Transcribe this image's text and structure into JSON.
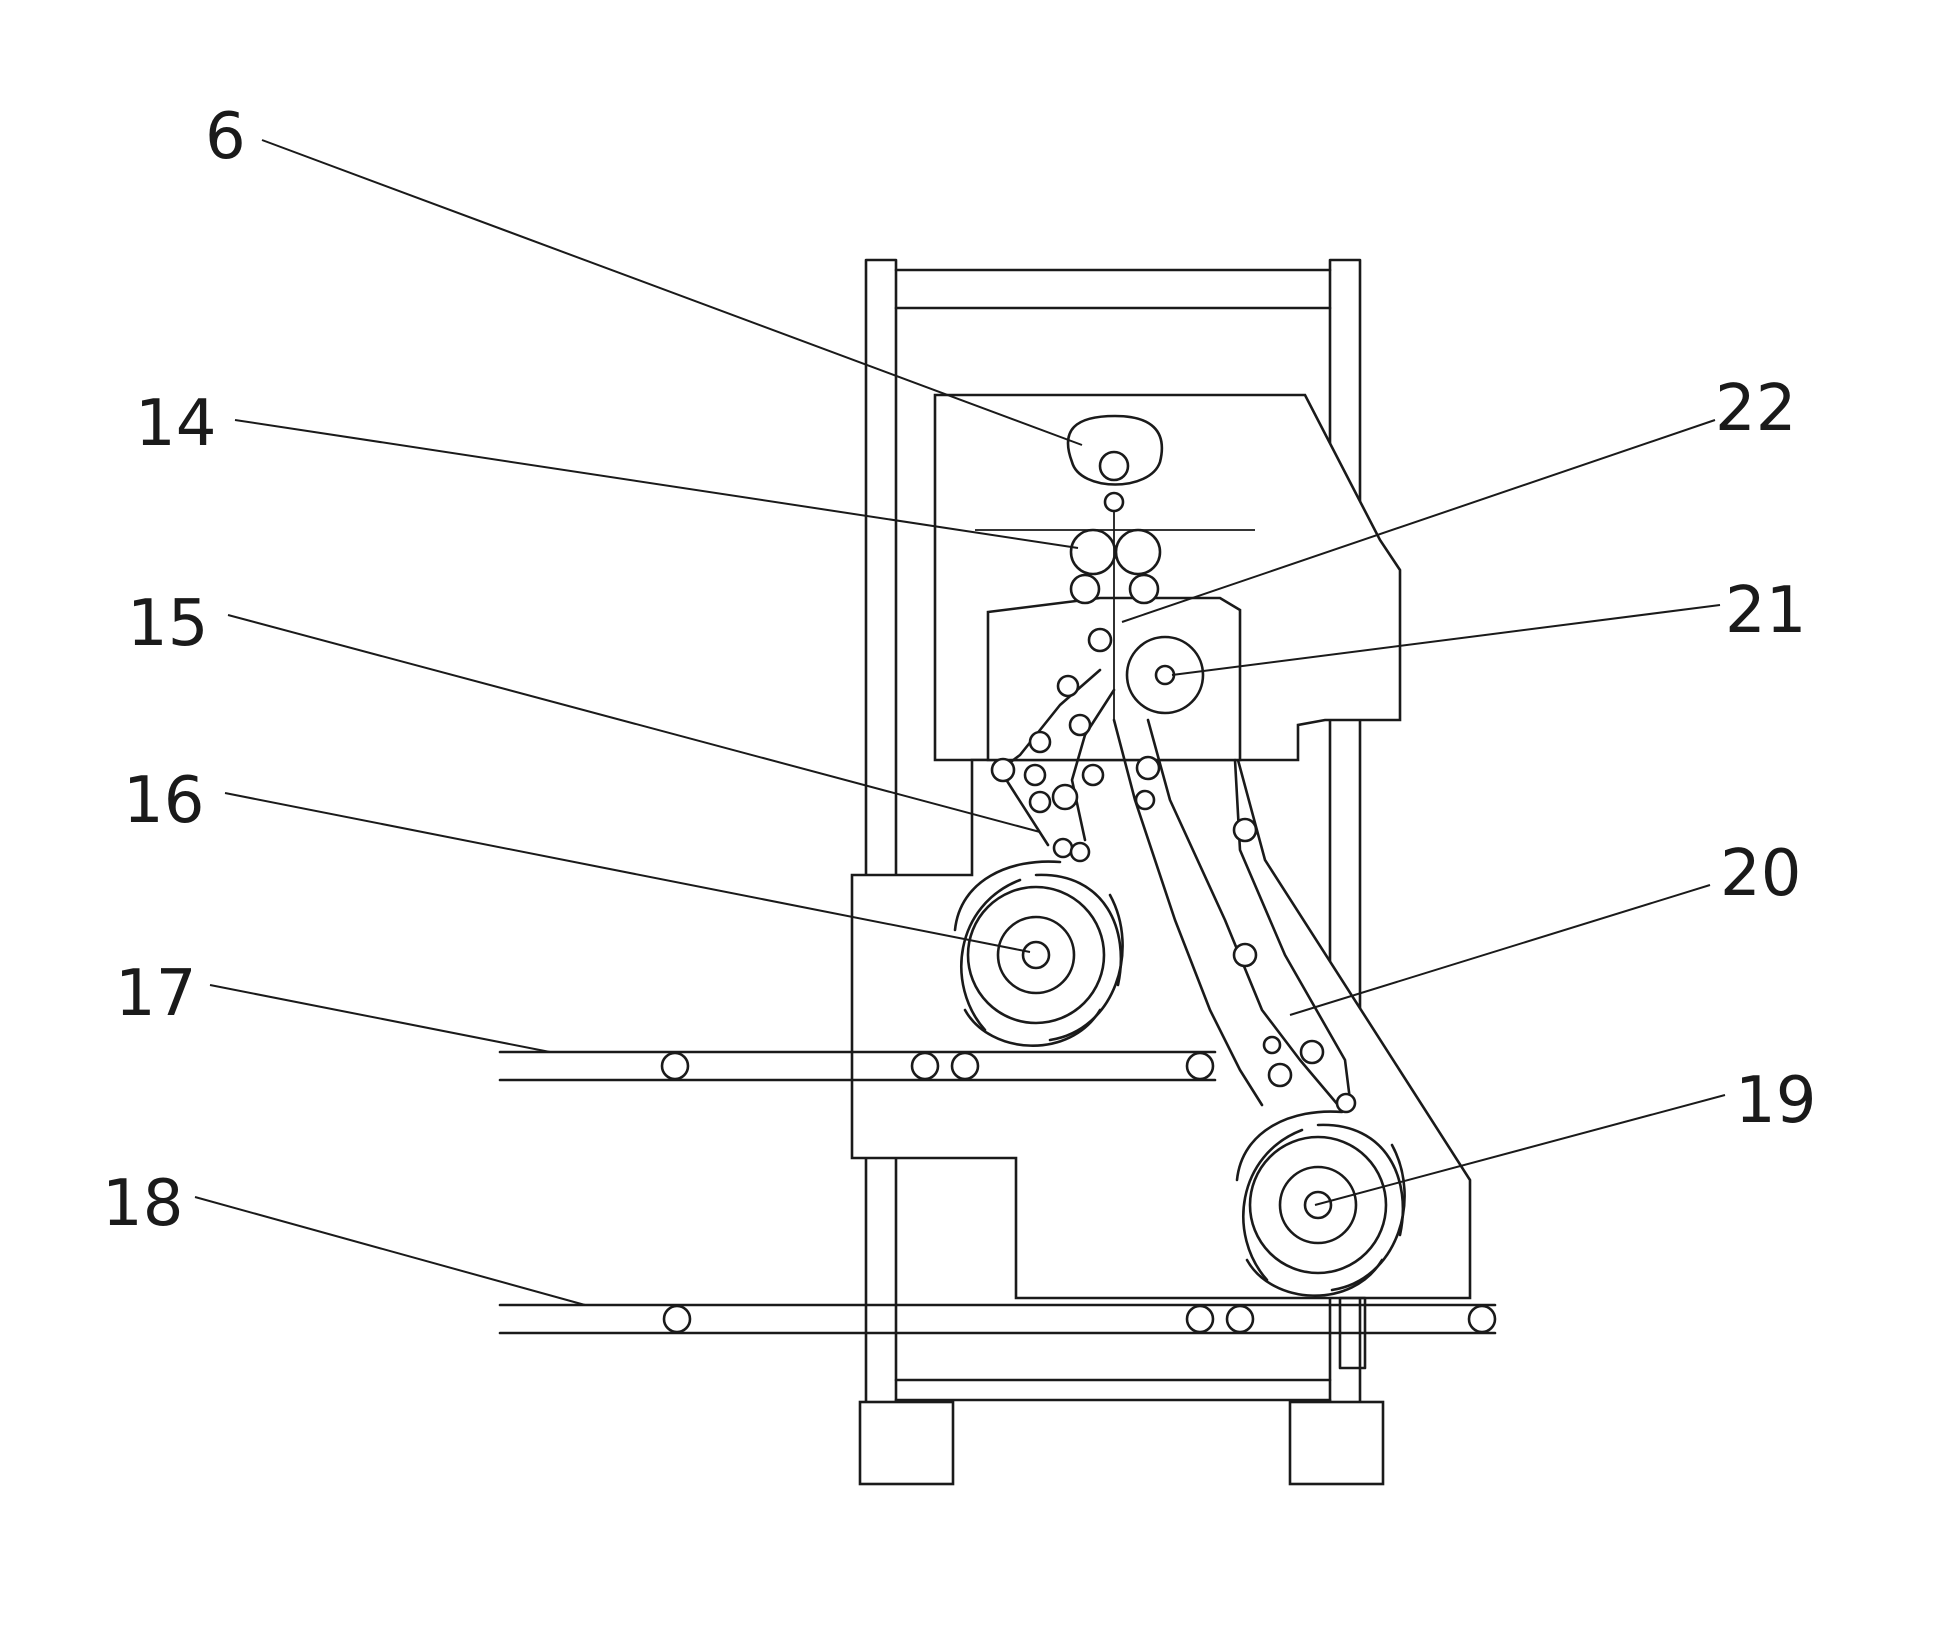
{
  "references": {
    "r6": "6",
    "r14": "14",
    "r15": "15",
    "r16": "16",
    "r17": "17",
    "r18": "18",
    "r19": "19",
    "r20": "20",
    "r21": "21",
    "r22": "22"
  }
}
